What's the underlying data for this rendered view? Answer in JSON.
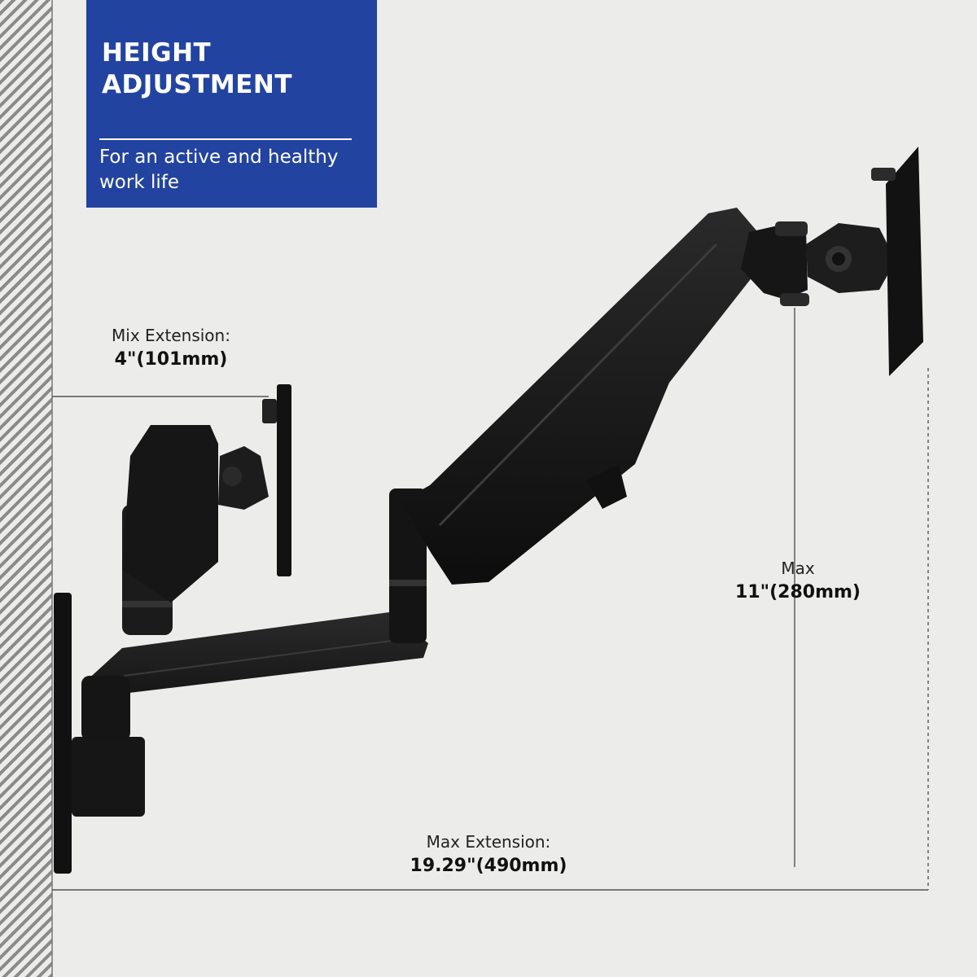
{
  "banner": {
    "title": "HEIGHT ADJUSTMENT",
    "subtitle": "For an active and healthy work life"
  },
  "dimensions": {
    "min_extension": {
      "label": "Mix Extension:",
      "value": "4\"(101mm)"
    },
    "max_height": {
      "label": "Max",
      "value": "11\"(280mm)"
    },
    "max_extension": {
      "label": "Max Extension:",
      "value": "19.29\"(490mm)"
    }
  },
  "colors": {
    "banner_bg": "#2243a0",
    "banner_text": "#ffffff",
    "wall": "#ececea",
    "arm": "#1a1a1a",
    "dim_line": "#555555"
  }
}
